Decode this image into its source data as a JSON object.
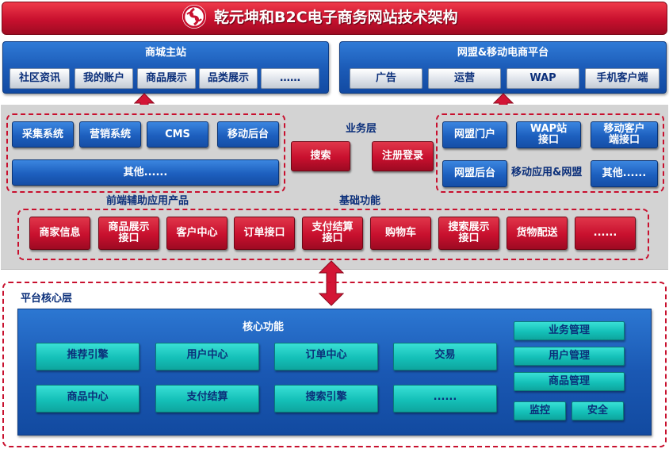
{
  "title": "乾元坤和B2C电子商务网站技术架构",
  "mall": {
    "title": "商城主站",
    "items": [
      "社区资讯",
      "我的账户",
      "商品展示",
      "品类展示",
      "……"
    ]
  },
  "alliance": {
    "title": "网盟&移动电商平台",
    "items": [
      "广告",
      "运营",
      "WAP",
      "手机客户端"
    ]
  },
  "business": {
    "title": "业务层",
    "frontend": {
      "label": "前端辅助应用产品",
      "items": [
        "采集系统",
        "营销系统",
        "CMS",
        "移动后台"
      ],
      "other": "其他......"
    },
    "center": [
      "搜索",
      "注册登录"
    ],
    "mobile": {
      "label": "移动应用&网盟",
      "row1": [
        "网盟门户",
        "WAP站\n接口",
        "移动客户\n端接口"
      ],
      "row2": [
        "网盟后台",
        "其他......"
      ]
    },
    "basic": {
      "label": "基础功能",
      "items": [
        "商家信息",
        "商品展示\n接口",
        "客户中心",
        "订单接口",
        "支付结算\n接口",
        "购物车",
        "搜索展示\n接口",
        "货物配送",
        "......"
      ]
    }
  },
  "core": {
    "label": "平台核心层",
    "title": "核心功能",
    "row1": [
      "推荐引擎",
      "用户中心",
      "订单中心",
      "交易"
    ],
    "row2": [
      "商品中心",
      "支付结算",
      "搜索引擎",
      "......"
    ],
    "side": [
      "业务管理",
      "用户管理",
      "商品管理"
    ],
    "side_bottom": [
      "监控",
      "安全"
    ]
  }
}
